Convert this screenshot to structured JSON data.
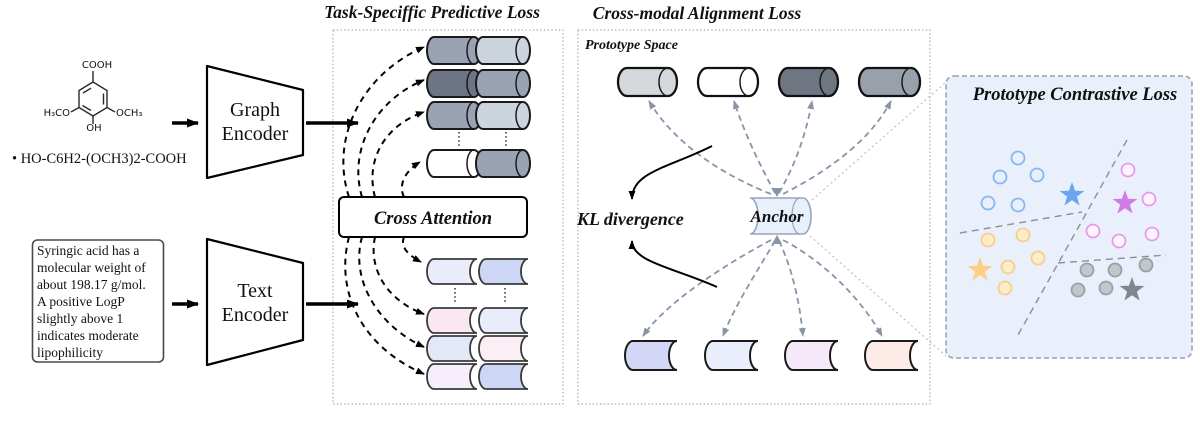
{
  "diagram": {
    "sections": {
      "task": {
        "title": "Task-Speciffic Predictive Loss"
      },
      "alignment": {
        "title": "Cross-modal Alignment Loss",
        "prototype_space_label": "Prototype Space",
        "kl_label": "KL divergence",
        "anchor_label": "Anchor"
      },
      "contrastive": {
        "title": "Prototype Contrastive Loss"
      }
    },
    "cross_attention_label": "Cross Attention",
    "encoders": {
      "graph": [
        "Graph",
        "Encoder"
      ],
      "text": [
        "Text",
        "Encoder"
      ]
    },
    "molecule": {
      "formula": "• HO-C6H2-(OCH3)2-COOH",
      "labels": {
        "top": "COOH",
        "left": "H₃CO",
        "right": "OCH₃",
        "bottom": "OH"
      }
    },
    "description_lines": [
      "Syringic acid has a",
      "molecular weight of",
      "about 198.17 g/mol.",
      "A positive LogP",
      "slightly above 1",
      "indicates moderate",
      "lipophilicity"
    ]
  },
  "colors": {
    "cyl_gray_light": "#ccd5de",
    "cyl_gray_med": "#9aa3b3",
    "cyl_gray_dark": "#6d7585",
    "cyl_white": "#ffffff",
    "proto_light": "#d4d8dc",
    "proto_white": "#ffffff",
    "proto_dark": "#6e7682",
    "proto_med": "#98a0ac",
    "pastel_lavender": "#e9ecfb",
    "pastel_periwinkle": "#ced6f5",
    "pastel_pink": "#fbe7f1",
    "pastel_bluegray": "#e3e8f8",
    "pastel_pinkwhite": "#fbeef5",
    "pastel_lilac": "#f7eefb",
    "proto_b1": "#d3d6f5",
    "proto_b2": "#eaedfb",
    "proto_b3": "#f5e9f9",
    "proto_b4": "#fcebe6",
    "anchor_fill": "#e8f0fb",
    "anchor_stroke": "#98a4b8",
    "panel_fill": "#e9effb",
    "dashed_gray": "#8a94a8"
  },
  "scatter": {
    "point_radius": 6.5,
    "clusters": [
      {
        "name": "blue",
        "circle_stroke": "#85b8f2",
        "circle_fill": "none",
        "star_fill": "#6aa6ee",
        "circles": [
          [
            1018,
            158
          ],
          [
            1000,
            177
          ],
          [
            1037,
            175
          ],
          [
            988,
            203
          ],
          [
            1018,
            205
          ]
        ],
        "star": [
          1072,
          195
        ]
      },
      {
        "name": "pink",
        "circle_stroke": "#e79aec",
        "circle_fill": "#fdf3fd",
        "star_fill": "#cf7ce6",
        "circles": [
          [
            1128,
            170
          ],
          [
            1149,
            199
          ],
          [
            1093,
            231
          ],
          [
            1119,
            241
          ],
          [
            1152,
            234
          ]
        ],
        "star": [
          1125,
          203
        ]
      },
      {
        "name": "orange",
        "circle_stroke": "#f4cf8e",
        "circle_fill": "#fdeec8",
        "star_fill": "#fbcf84",
        "circles": [
          [
            988,
            240
          ],
          [
            1023,
            235
          ],
          [
            1038,
            258
          ],
          [
            1008,
            267
          ],
          [
            1005,
            288
          ]
        ],
        "star": [
          980,
          270
        ]
      },
      {
        "name": "gray",
        "circle_stroke": "#9aa0a6",
        "circle_fill": "#c3c7cb",
        "star_fill": "#7e868e",
        "circles": [
          [
            1087,
            270
          ],
          [
            1115,
            270
          ],
          [
            1146,
            265
          ],
          [
            1078,
            290
          ],
          [
            1106,
            288
          ]
        ],
        "star": [
          1132,
          290
        ]
      }
    ]
  }
}
